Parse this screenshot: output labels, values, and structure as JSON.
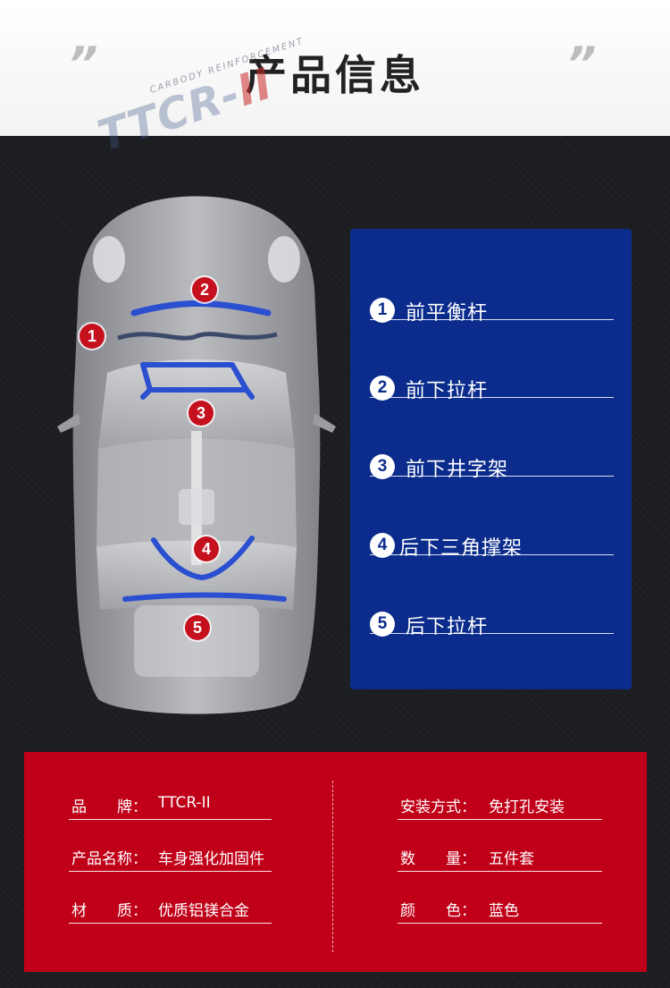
{
  "header": {
    "title": "产品信息",
    "quote_left": "”",
    "quote_right": "”"
  },
  "watermark": {
    "tagline": "CARBODY REINFORCEMENT",
    "brand_main": "TTCR-",
    "brand_suffix": "II"
  },
  "markers": [
    "1",
    "2",
    "3",
    "4",
    "5"
  ],
  "parts": [
    {
      "num": "1",
      "name": "前平衡杆"
    },
    {
      "num": "2",
      "name": "前下拉杆"
    },
    {
      "num": "3",
      "name": "前下井字架"
    },
    {
      "num": "4",
      "name": "后下三角撑架"
    },
    {
      "num": "5",
      "name": "后下拉杆"
    }
  ],
  "specs": {
    "left": [
      {
        "key": "品　　牌：",
        "value": "TTCR-II"
      },
      {
        "key": "产品名称：",
        "value": "车身强化加固件"
      },
      {
        "key": "材　　质：",
        "value": "优质铝镁合金"
      }
    ],
    "right": [
      {
        "key": "安装方式：",
        "value": "免打孔安装"
      },
      {
        "key": "数　　量：",
        "value": "五件套"
      },
      {
        "key": "颜　　色：",
        "value": "蓝色"
      }
    ]
  },
  "colors": {
    "panel_blue": "#0b2c8c",
    "spec_red": "#c00018",
    "marker_red": "#c5101e",
    "bar_blue": "#2a4fd0",
    "background": "#1c1d21"
  }
}
